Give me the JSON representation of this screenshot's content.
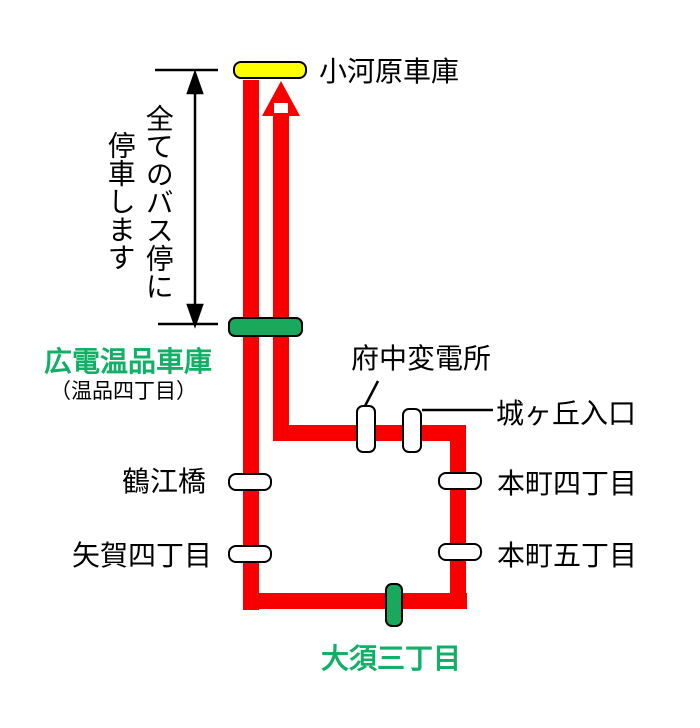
{
  "diagram": {
    "type": "bus-route-map",
    "colors": {
      "route_line": "#f80000",
      "depot_marker": "#ffff00",
      "terminal_marker": "#1aa85c",
      "regular_marker": "#ffffff",
      "highlight_label": "#12b066",
      "linework": "#000000"
    },
    "annotation": {
      "col1": "全てのバス停に",
      "col2": "停車します"
    },
    "stops": {
      "ogawara": {
        "label": "小河原車庫"
      },
      "hiroden": {
        "label": "広電温品車庫",
        "sublabel": "（温品四丁目）"
      },
      "fuchu": {
        "label": "府中変電所"
      },
      "jogaoka": {
        "label": "城ヶ丘入口"
      },
      "tsurue": {
        "label": "鶴江橋"
      },
      "honmachi4": {
        "label": "本町四丁目"
      },
      "yaga4": {
        "label": "矢賀四丁目"
      },
      "honmachi5": {
        "label": "本町五丁目"
      },
      "osu3": {
        "label": "大須三丁目"
      }
    }
  }
}
